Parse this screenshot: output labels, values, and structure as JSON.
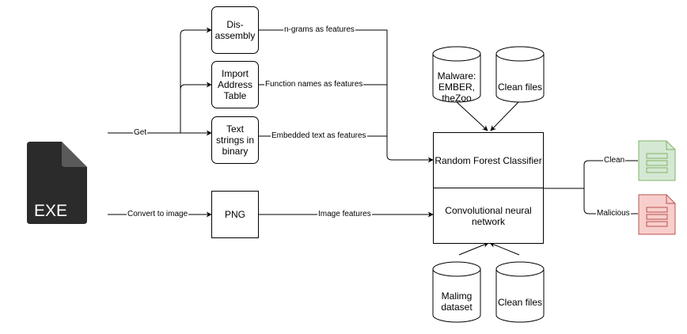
{
  "exe_icon": {
    "icon": "exe-file-icon",
    "label": "EXE"
  },
  "inputs": {
    "get": "Get",
    "convert": "Convert to image"
  },
  "feature_boxes": {
    "disassembly": "Dis-\nassembly",
    "iat": "Import\nAddress\nTable",
    "strings": "Text\nstrings in\nbinary",
    "png": "PNG"
  },
  "edge_labels": {
    "ngrams": "n-grams as features",
    "function_names": "Function names as features",
    "embedded_text": "Embedded text as features",
    "image_features": "Image features"
  },
  "datasets_top": [
    {
      "label": "Malware:\nEMBER,\ntheZoo"
    },
    {
      "label": "Clean files"
    }
  ],
  "datasets_bottom": [
    {
      "label": "Malimg\ndataset"
    },
    {
      "label": "Clean files"
    }
  ],
  "classifiers": {
    "rf": "Random Forest Classifier",
    "cnn": "Convolutional neural\nnetwork"
  },
  "outputs": [
    {
      "label": "Clean",
      "icon": "clean-file-icon",
      "color": "#82b366",
      "fill": "#d5e8d4"
    },
    {
      "label": "Malicious",
      "icon": "malicious-file-icon",
      "color": "#b85450",
      "fill": "#f8cecc"
    }
  ],
  "colors": {
    "exe_icon": "#2b2b2b",
    "exe_fold": "#5a5a5a"
  }
}
